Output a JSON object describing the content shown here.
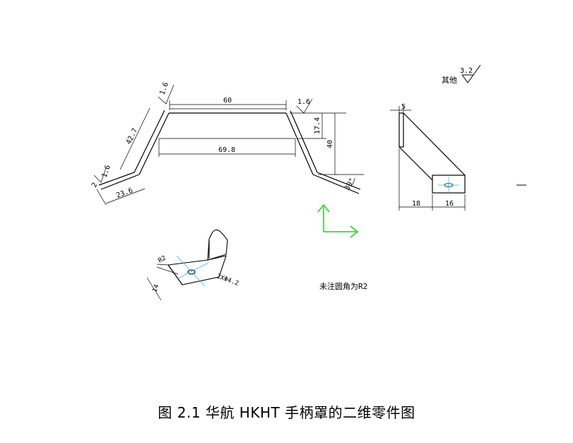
{
  "caption": "图 2.1   华航 HKHT 手柄罩的二维零件图",
  "roughness": {
    "label": "其他",
    "value": "3.2"
  },
  "roughness_marks": [
    "1.6",
    "1.6",
    "1.6"
  ],
  "dimensions": {
    "top_width": "60",
    "inner_width": "69.8",
    "flange_offset": "17.4",
    "height": "40",
    "slant_length": "42.7",
    "base_length": "23.6",
    "base_thickness": "2",
    "bend_angle": "30°",
    "side_thickness": "5",
    "side_depth": "18",
    "side_width": "16",
    "hole_radius": "R2",
    "hole_offset": "14",
    "hole_spec": "2XΦ4.2"
  },
  "note": "未注圆角为R2",
  "colors": {
    "line": "#000000",
    "axis": "#22cc22",
    "center": "#33bbdd"
  }
}
